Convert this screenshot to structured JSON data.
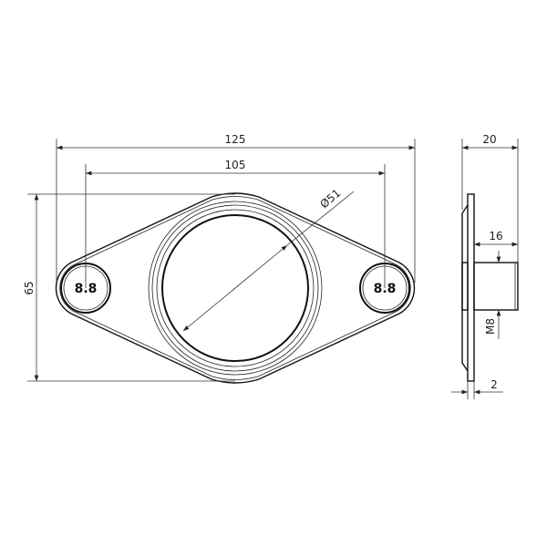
{
  "drawing": {
    "dimensions": {
      "overall_length": "125",
      "hole_spacing": "105",
      "height": "65",
      "bore_diameter": "Ø51",
      "total_depth": "20",
      "stud_length": "16",
      "thread": "M8",
      "plate_thickness": "2"
    },
    "bolt_grade_left": "8.8",
    "bolt_grade_right": "8.8"
  }
}
